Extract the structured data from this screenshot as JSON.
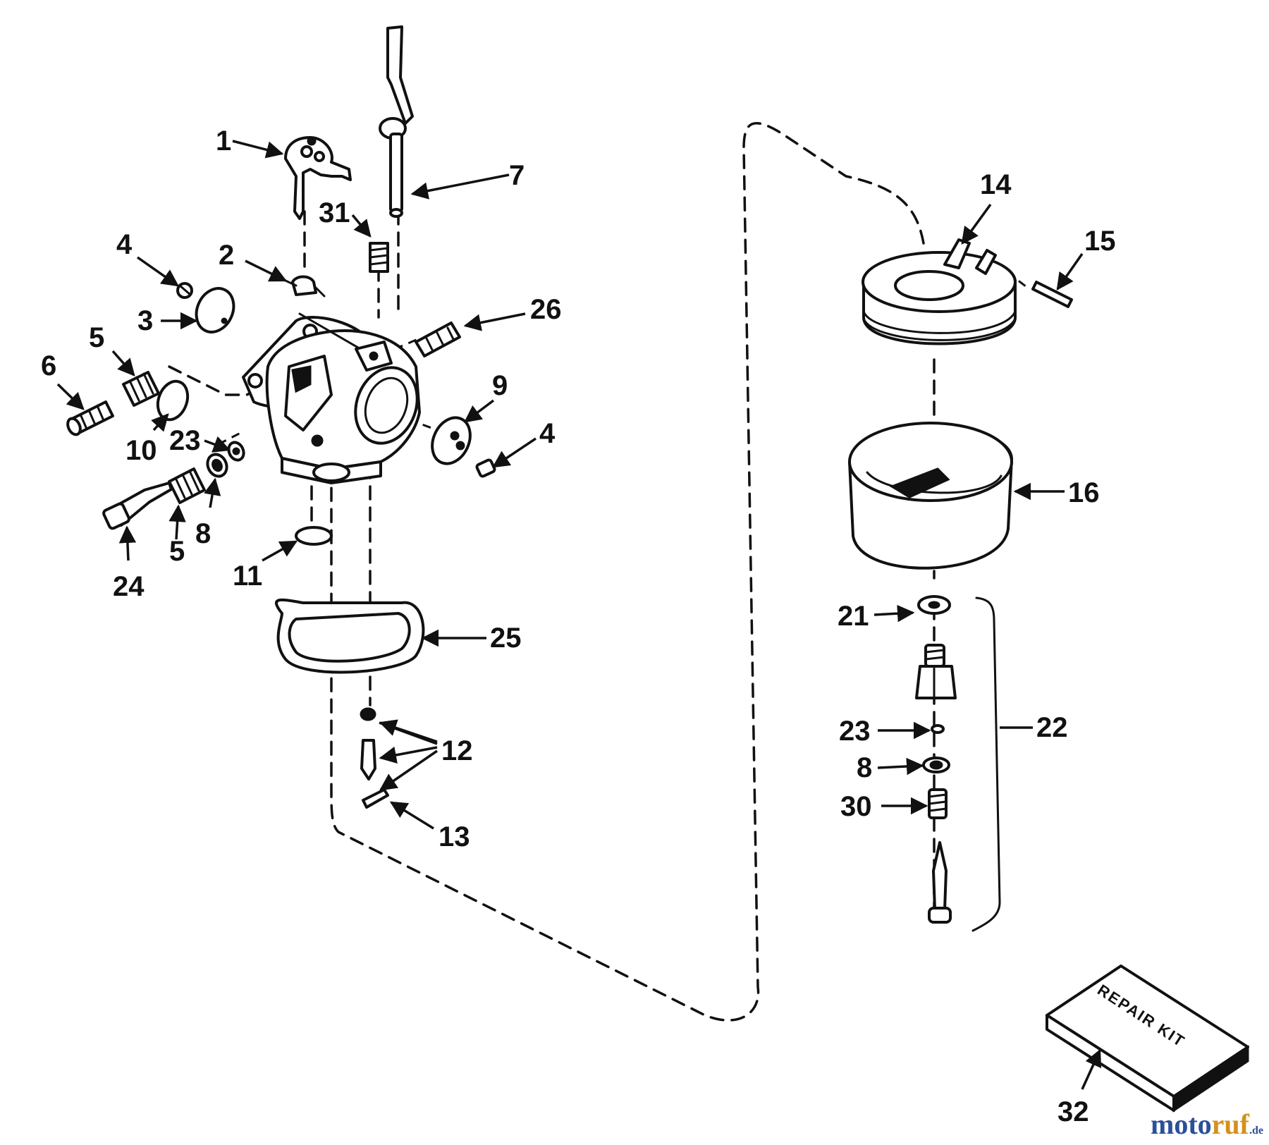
{
  "callouts": {
    "c1": "1",
    "c2": "2",
    "c3": "3",
    "c4a": "4",
    "c4b": "4",
    "c5a": "5",
    "c5b": "5",
    "c6": "6",
    "c7": "7",
    "c8a": "8",
    "c8b": "8",
    "c9": "9",
    "c10": "10",
    "c11": "11",
    "c12": "12",
    "c13": "13",
    "c14": "14",
    "c15": "15",
    "c16": "16",
    "c21": "21",
    "c22": "22",
    "c23a": "23",
    "c23b": "23",
    "c24": "24",
    "c25": "25",
    "c26": "26",
    "c30": "30",
    "c31": "31",
    "c32": "32"
  },
  "repair_kit_label": "REPAIR KIT",
  "watermark": {
    "part1": "moto",
    "part2": "ruf",
    "part3": ".de"
  },
  "colors": {
    "ink": "#111111",
    "watermark_blue": "#2c4f9a",
    "watermark_orange": "#d4901e"
  }
}
